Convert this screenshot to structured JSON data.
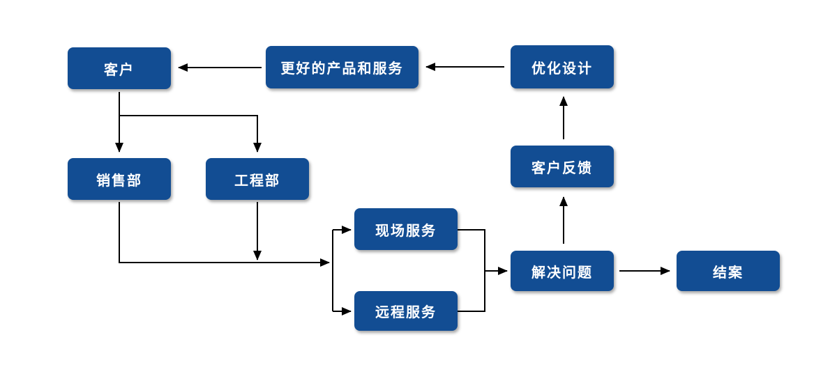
{
  "page": {
    "background": "#ffffff"
  },
  "diagram": {
    "type": "flowchart",
    "node_fill": "#124D93",
    "node_text_color": "#ffffff",
    "connector_color": "#000000",
    "nodes": [
      {
        "id": "customer",
        "label": "客户"
      },
      {
        "id": "better_products",
        "label": "更好的产品和服务"
      },
      {
        "id": "optimize_design",
        "label": "优化设计"
      },
      {
        "id": "sales_dept",
        "label": "销售部"
      },
      {
        "id": "engineering_dept",
        "label": "工程部"
      },
      {
        "id": "onsite_service",
        "label": "现场服务"
      },
      {
        "id": "remote_service",
        "label": "远程服务"
      },
      {
        "id": "customer_feedback",
        "label": "客户反馈"
      },
      {
        "id": "solve_problem",
        "label": "解决问题"
      },
      {
        "id": "close_case",
        "label": "结案"
      }
    ],
    "edges": [
      {
        "from": "better_products",
        "to": "customer"
      },
      {
        "from": "optimize_design",
        "to": "better_products"
      },
      {
        "from": "customer",
        "to": "sales_dept"
      },
      {
        "from": "customer",
        "to": "engineering_dept"
      },
      {
        "from": "sales_dept",
        "to": "service_split"
      },
      {
        "from": "engineering_dept",
        "to": "service_split"
      },
      {
        "from": "service_split",
        "to": "onsite_service"
      },
      {
        "from": "service_split",
        "to": "remote_service"
      },
      {
        "from": "onsite_service",
        "to": "solve_problem"
      },
      {
        "from": "remote_service",
        "to": "solve_problem"
      },
      {
        "from": "solve_problem",
        "to": "close_case"
      },
      {
        "from": "solve_problem",
        "to": "customer_feedback"
      },
      {
        "from": "customer_feedback",
        "to": "optimize_design"
      }
    ]
  }
}
